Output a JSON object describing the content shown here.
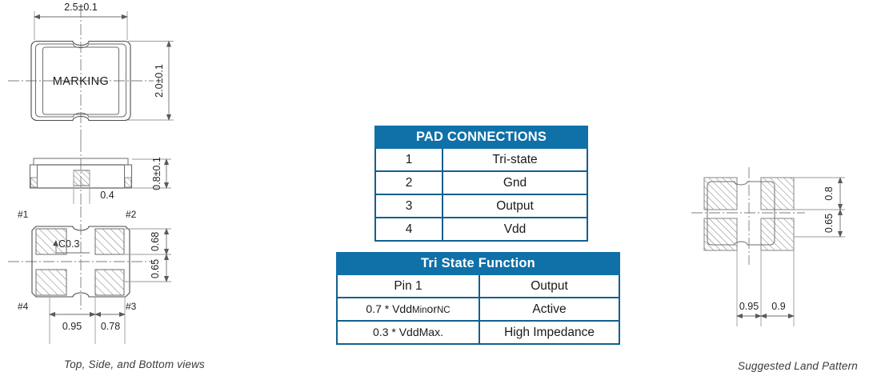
{
  "pad_table": {
    "header": "PAD CONNECTIONS",
    "rows": [
      {
        "pin": "1",
        "function": "Tri-state"
      },
      {
        "pin": "2",
        "function": "Gnd"
      },
      {
        "pin": "3",
        "function": "Output"
      },
      {
        "pin": "4",
        "function": "Vdd"
      }
    ]
  },
  "tri_table": {
    "header": "Tri State Function",
    "col_headers": {
      "pin": "Pin 1",
      "output": "Output"
    },
    "rows": [
      {
        "condition_main": "0.7 * Vdd",
        "condition_sub1": "Min",
        "condition_mid": "or",
        "condition_sub2": "NC",
        "output": "Active"
      },
      {
        "condition_main": "0.3 * Vdd",
        "condition_sub1": "Max.",
        "condition_mid": "",
        "condition_sub2": "",
        "output": "High Impedance"
      }
    ]
  },
  "captions": {
    "left": "Top, Side, and  Bottom  views",
    "right": "Suggested Land Pattern"
  },
  "top_view": {
    "marking_label": "MARKING",
    "width_dim": "2.5±0.1",
    "height_dim": "2.0±0.1"
  },
  "side_view": {
    "height_dim": "0.8±0.1",
    "center_dim": "0.4"
  },
  "bottom_view": {
    "pin_labels": {
      "p1": "#1",
      "p2": "#2",
      "p3": "#3",
      "p4": "#4"
    },
    "chamfer_note": "C0.3",
    "dim_upper": "0.68",
    "dim_lower": "0.65",
    "dim_left": "0.95",
    "dim_right": "0.78"
  },
  "land_pattern": {
    "dim_upper": "0.8",
    "dim_lower": "0.65",
    "dim_left": "0.95",
    "dim_right": "0.9"
  },
  "colors": {
    "table_header_bg": "#1070a8",
    "table_border": "#12608f",
    "drawing_line": "#6d6e70"
  }
}
